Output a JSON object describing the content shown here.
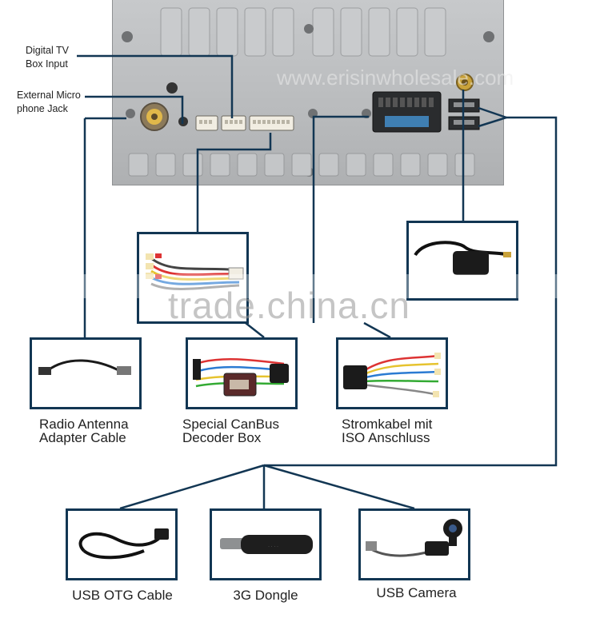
{
  "annotations": {
    "digital_tv": [
      "Digital TV",
      "Box Input"
    ],
    "microphone": [
      "External Micro",
      "phone Jack"
    ]
  },
  "products": {
    "radio_antenna": [
      "Radio Antenna",
      "Adapter Cable"
    ],
    "canbus": [
      "Special CanBus",
      "Decoder Box"
    ],
    "iso": [
      "Stromkabel mit",
      "ISO Anschluss"
    ],
    "usb_otg": "USB OTG Cable",
    "dongle": "3G Dongle",
    "usb_camera": "USB Camera"
  },
  "watermark": {
    "main": "trade.china.cn",
    "panel": "www.erisinwholesale.com"
  },
  "colors": {
    "connector_line": "#123653",
    "box_border": "#123653",
    "panel_metal": "#b9bbbd"
  }
}
